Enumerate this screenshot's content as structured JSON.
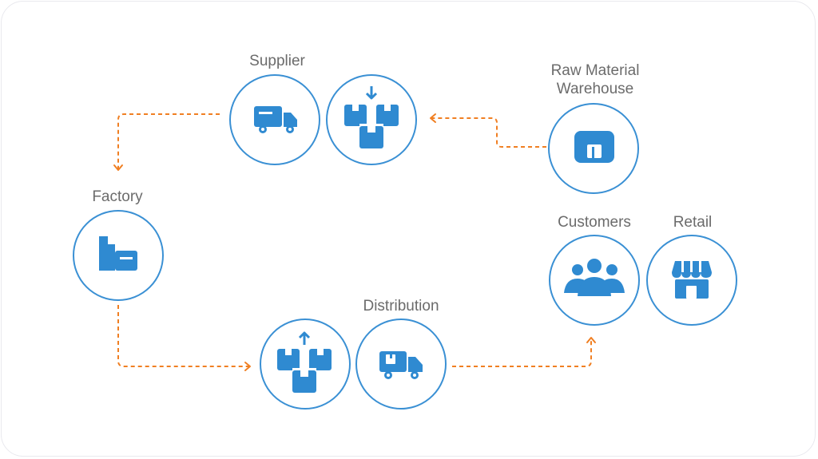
{
  "diagram": {
    "nodes": {
      "supplier": {
        "label": "Supplier",
        "icons": [
          "truck-icon",
          "boxes-down-icon"
        ]
      },
      "raw_material": {
        "label_line1": "Raw Material",
        "label_line2": "Warehouse",
        "icons": [
          "warehouse-icon"
        ]
      },
      "factory": {
        "label": "Factory",
        "icons": [
          "factory-icon"
        ]
      },
      "distribution": {
        "label": "Distribution",
        "icons": [
          "boxes-up-icon",
          "delivery-truck-icon"
        ]
      },
      "customers": {
        "label": "Customers",
        "icons": [
          "people-icon"
        ]
      },
      "retail": {
        "label": "Retail",
        "icons": [
          "store-icon"
        ]
      }
    },
    "flow": [
      "raw_material",
      "supplier",
      "factory",
      "distribution",
      "customers"
    ],
    "colors": {
      "icon": "#2f8ad1",
      "ring": "#3a90d4",
      "connector": "#f07f22",
      "label": "#6b6b6b"
    }
  }
}
